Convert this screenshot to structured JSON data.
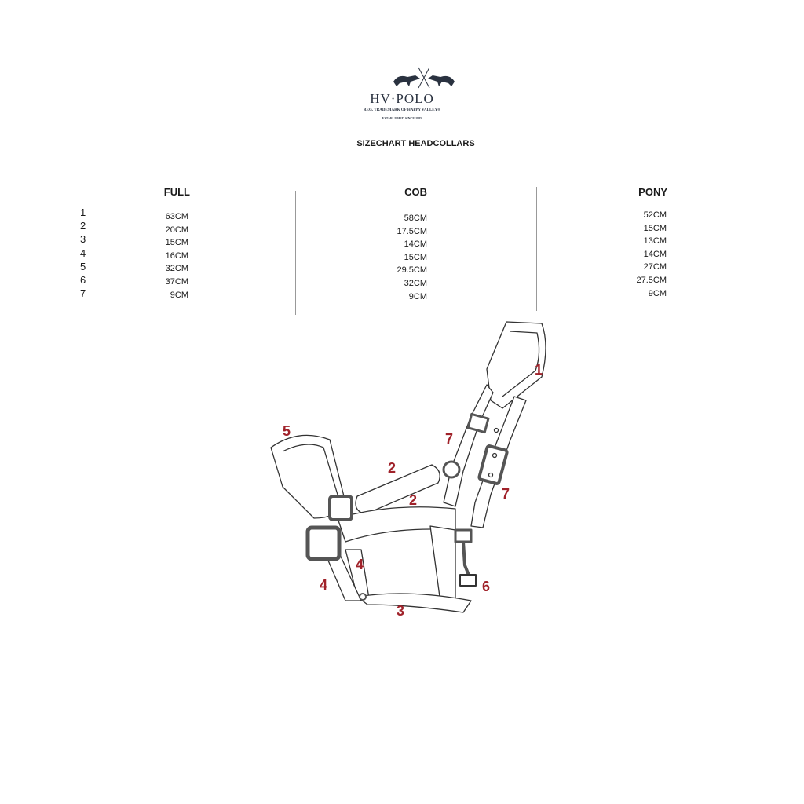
{
  "logo": {
    "brand": "HV·POLO",
    "trademark": "REG. TRADEMARK OF HAPPY VALLEY®",
    "established": "ESTABLISHED SINCE 1985"
  },
  "title": "SIZECHART HEADCOLLARS",
  "row_numbers": [
    "1",
    "2",
    "3",
    "4",
    "5",
    "6",
    "7"
  ],
  "columns": [
    {
      "name": "FULL",
      "values": [
        "63CM",
        "20CM",
        "15CM",
        "16CM",
        "32CM",
        "37CM",
        "9CM"
      ]
    },
    {
      "name": "COB",
      "values": [
        "58CM",
        "17.5CM",
        "14CM",
        "15CM",
        "29.5CM",
        "32CM",
        "9CM"
      ]
    },
    {
      "name": "PONY",
      "values": [
        "52CM",
        "15CM",
        "13CM",
        "14CM",
        "27CM",
        "27.5CM",
        "9CM"
      ]
    }
  ],
  "diagram_labels": [
    "1",
    "2",
    "2",
    "3",
    "4",
    "4",
    "5",
    "6",
    "7",
    "7"
  ],
  "colors": {
    "label": "#a0222a",
    "text": "#1a1a1a",
    "logo": "#2a3240"
  }
}
